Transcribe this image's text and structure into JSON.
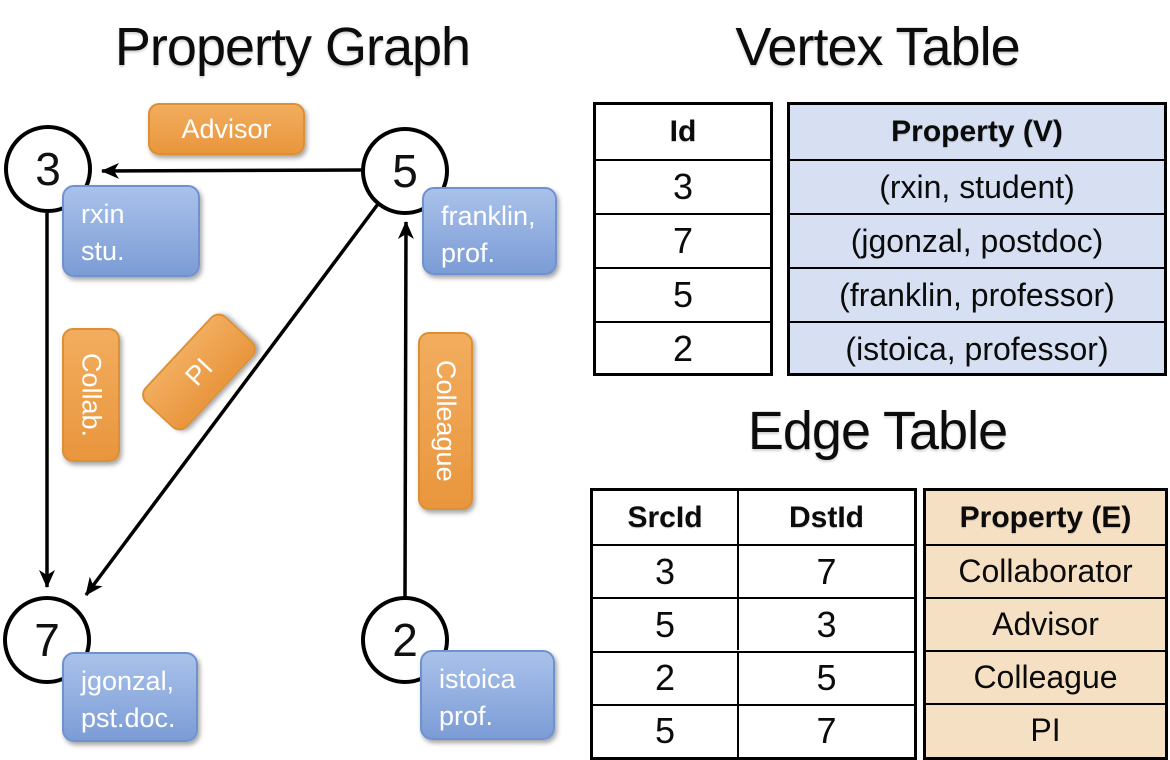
{
  "titles": {
    "graph": "Property Graph",
    "vertex_table": "Vertex Table",
    "edge_table": "Edge Table"
  },
  "graph": {
    "nodes": [
      {
        "id": "3",
        "property_line1": "rxin",
        "property_line2": "stu."
      },
      {
        "id": "5",
        "property_line1": "franklin,",
        "property_line2": "prof."
      },
      {
        "id": "7",
        "property_line1": "jgonzal,",
        "property_line2": "pst.doc."
      },
      {
        "id": "2",
        "property_line1": "istoica",
        "property_line2": "prof."
      }
    ],
    "edge_labels": {
      "advisor": "Advisor",
      "collab": "Collab.",
      "pi": "PI",
      "colleague": "Colleague"
    }
  },
  "vertex_table": {
    "headers": {
      "id": "Id",
      "property": "Property (V)"
    },
    "rows": [
      {
        "id": "3",
        "property": "(rxin, student)"
      },
      {
        "id": "7",
        "property": "(jgonzal, postdoc)"
      },
      {
        "id": "5",
        "property": "(franklin, professor)"
      },
      {
        "id": "2",
        "property": "(istoica, professor)"
      }
    ]
  },
  "edge_table": {
    "headers": {
      "src": "SrcId",
      "dst": "DstId",
      "property": "Property (E)"
    },
    "rows": [
      {
        "src": "3",
        "dst": "7",
        "property": "Collaborator"
      },
      {
        "src": "5",
        "dst": "3",
        "property": "Advisor"
      },
      {
        "src": "2",
        "dst": "5",
        "property": "Colleague"
      },
      {
        "src": "5",
        "dst": "7",
        "property": "PI"
      }
    ]
  },
  "colors": {
    "edge_label_orange": "#eda04f",
    "node_property_blue": "#87a5db",
    "vertex_table_fill": "#d6e0f2",
    "edge_table_fill": "#f6e0c3",
    "line_color": "#000000",
    "node_fill": "#ffffff"
  }
}
